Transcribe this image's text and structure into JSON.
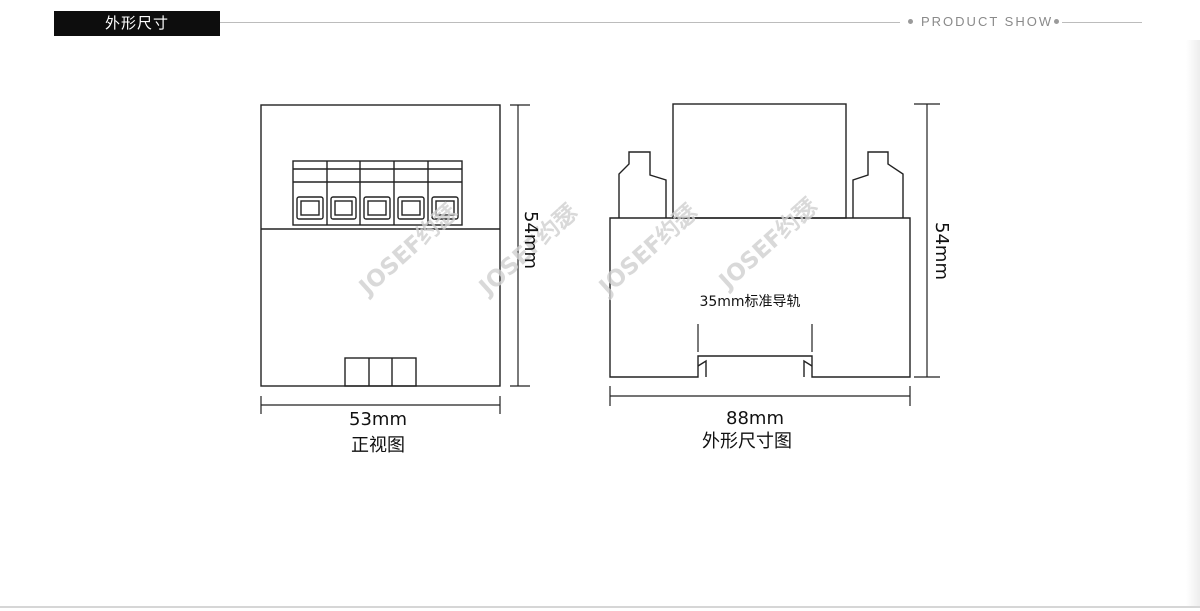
{
  "header": {
    "section_title": "外形尺寸",
    "section_subtitle": "PRODUCT SHOW"
  },
  "front_view": {
    "height_label": "54mm",
    "width_label": "53mm",
    "caption": "正视图"
  },
  "outline_view": {
    "height_label": "54mm",
    "width_label": "88mm",
    "caption": "外形尺寸图",
    "rail_label": "35mm标准导轨"
  },
  "watermark": "JOSEF约瑟",
  "colors": {
    "header_bg": "#0d0d0d",
    "line": "#222222",
    "watermark": "#d0d0d0"
  }
}
